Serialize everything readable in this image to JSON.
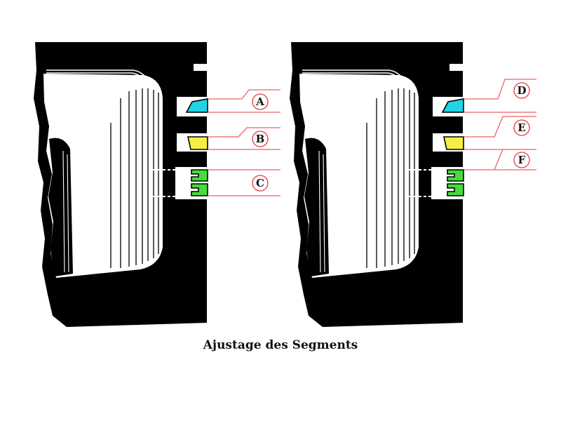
{
  "caption": "Ajustage des Segments",
  "labels": [
    "A",
    "B",
    "C",
    "D",
    "E",
    "F"
  ],
  "colors": {
    "ink": "#000000",
    "paper": "#ffffff",
    "callout_line": "#e8393f",
    "compression_ring_top": "#22d3e6",
    "compression_ring_second": "#f5ee44",
    "oil_ring": "#44dc3a"
  }
}
